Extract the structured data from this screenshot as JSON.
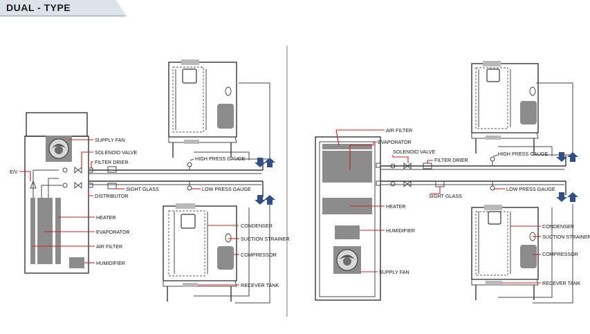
{
  "header": {
    "title": "DUAL - TYPE"
  },
  "left": {
    "labels": {
      "supply_fan": "SUPPLY FAN",
      "solenoid_valve": "SOLENOID VALVE",
      "filter_drier": "FILTER DRIER",
      "ev": "E/V",
      "high_press_gauge": "HIGH PRESS GAUGE",
      "sight_glass": "SIGHT GLASS",
      "low_press_gauge": "LOW PRESS GAUGE",
      "distributor": "DISTRIBUTOR",
      "heater": "HEATER",
      "evaporator": "EVAPORATOR",
      "air_filter": "AIR FILTER",
      "humidifier": "HUMIDIFIER",
      "condenser": "CONDENSER",
      "suction_strainer": "SUCTION STRAINER",
      "compressor": "COMPRESSOR",
      "receiver_tank": "RECEVER TANK"
    }
  },
  "right": {
    "labels": {
      "air_filter": "AIR FILTER",
      "evaporator": "EVAPORATOR",
      "solenoid_valve": "SOLENOID VALVE",
      "filter_drier": "FILTER DRIER",
      "high_press_gauge": "HIGH PRESS GAUGE",
      "low_press_gauge": "LOW PRESS GAUGE",
      "sight_glass": "SIGHT GLASS",
      "heater": "HEATER",
      "humidifier": "HUMIDIFIER",
      "supply_fan": "SUPPLY FAN",
      "condenser": "CONDENSER",
      "suction_strainer": "SUCTION STRAINER",
      "compressor": "COMPRESSOR",
      "receiver_tank": "RECEVER TANK"
    }
  },
  "colors": {
    "leader_line": "#d01c1c",
    "arrow": "#2f4f8a",
    "header_bg": "#dde3ea",
    "component_fill": "#8c8c8c"
  }
}
